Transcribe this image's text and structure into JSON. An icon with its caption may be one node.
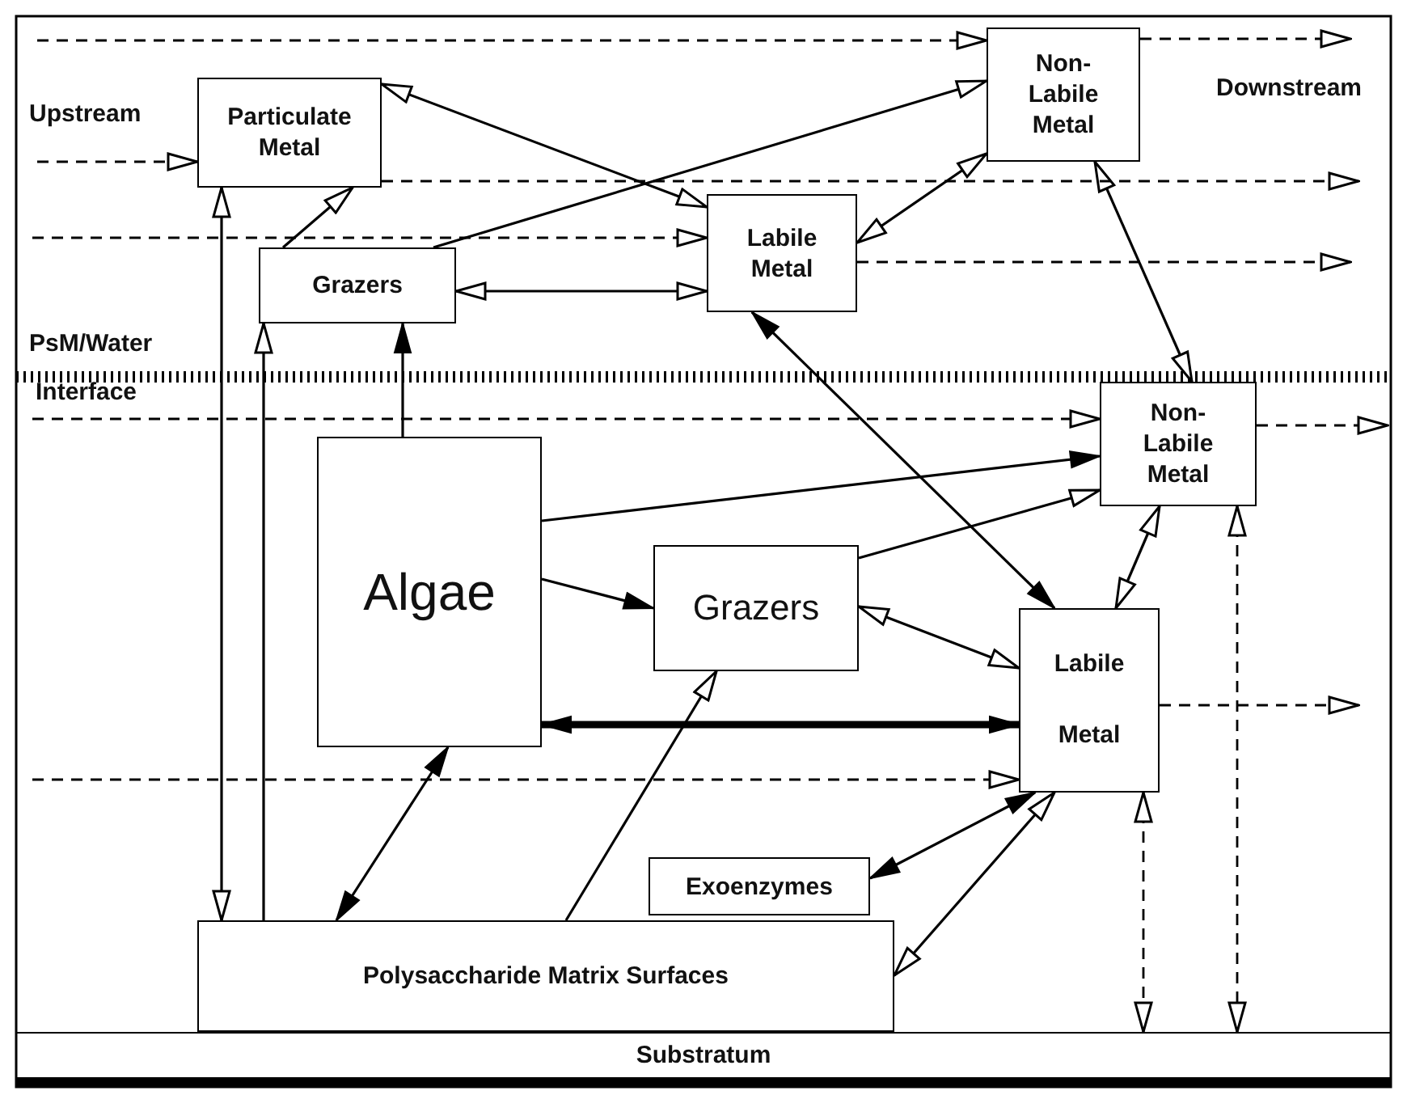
{
  "diagram": {
    "nodes": [
      {
        "text": [
          "Particulate Metal"
        ]
      },
      {
        "text": [
          "Non- Labile Metal"
        ]
      },
      {
        "text": [
          "Grazers"
        ]
      },
      {
        "text": [
          "Labile Metal"
        ]
      },
      {
        "text": [
          "Non- Labile Metal"
        ]
      },
      {
        "text": [
          "Algae"
        ]
      },
      {
        "text": [
          "Grazers"
        ]
      },
      {
        "text": [
          "Labile Metal"
        ]
      },
      {
        "text": [
          "Exoenzymes"
        ]
      },
      {
        "text": [
          "Polysaccharide Matrix Surfaces"
        ]
      },
      {
        "text": [
          "Substratum"
        ]
      }
    ],
    "edges": [
      {
        "from": 0,
        "to": 3,
        "arrow": "both"
      },
      {
        "from": 2,
        "to": 0,
        "arrow": "to"
      },
      {
        "from": 2,
        "to": 1,
        "arrow": "to"
      },
      {
        "from": 2,
        "to": 3,
        "arrow": "both"
      },
      {
        "from": 3,
        "to": 1,
        "arrow": "both"
      },
      {
        "from": 1,
        "to": 4,
        "arrow": "both"
      },
      {
        "from": 3,
        "to": 7,
        "arrow": "both"
      },
      {
        "from": 5,
        "to": 2,
        "arrow": "to"
      },
      {
        "from": 5,
        "to": 4,
        "arrow": "to"
      },
      {
        "from": 5,
        "to": 6,
        "arrow": "to"
      },
      {
        "from": 6,
        "to": 4,
        "arrow": "to"
      },
      {
        "from": 6,
        "to": 7,
        "arrow": "both"
      },
      {
        "from": 4,
        "to": 7,
        "arrow": "both"
      },
      {
        "from": 5,
        "to": 7,
        "arrow": "both",
        "style": "thick"
      },
      {
        "from": 5,
        "to": 9,
        "arrow": "both"
      },
      {
        "from": 9,
        "to": 6,
        "arrow": "to"
      },
      {
        "from": 8,
        "to": 7,
        "arrow": "both"
      },
      {
        "from": 9,
        "to": 7,
        "arrow": "both"
      },
      {
        "from": 0,
        "to": 9,
        "arrow": "both"
      },
      {
        "from": 9,
        "to": 2,
        "arrow": "to"
      },
      {
        "from": 7,
        "to": 10,
        "arrow": "both",
        "style": "dashed"
      },
      {
        "from": 4,
        "to": 10,
        "arrow": "both",
        "style": "dashed"
      },
      {
        "from": null,
        "to": 1,
        "arrow": "to",
        "style": "dashed"
      },
      {
        "from": null,
        "to": 0,
        "arrow": "to",
        "style": "dashed"
      },
      {
        "from": 1,
        "to": null,
        "arrow": "to",
        "style": "dashed"
      },
      {
        "from": 0,
        "to": null,
        "arrow": "to",
        "style": "dashed"
      },
      {
        "from": null,
        "to": 3,
        "arrow": "to",
        "style": "dashed"
      },
      {
        "from": 3,
        "to": null,
        "arrow": "to",
        "style": "dashed"
      },
      {
        "from": null,
        "to": 4,
        "arrow": "to",
        "style": "dashed"
      },
      {
        "from": 4,
        "to": null,
        "arrow": "to",
        "style": "dashed"
      },
      {
        "from": 7,
        "to": null,
        "arrow": "to",
        "style": "dashed"
      },
      {
        "from": null,
        "to": 7,
        "arrow": "to",
        "style": "dashed"
      }
    ],
    "labels": [
      "Upstream",
      "Downstream",
      "PsM/Water",
      "Interface"
    ]
  }
}
